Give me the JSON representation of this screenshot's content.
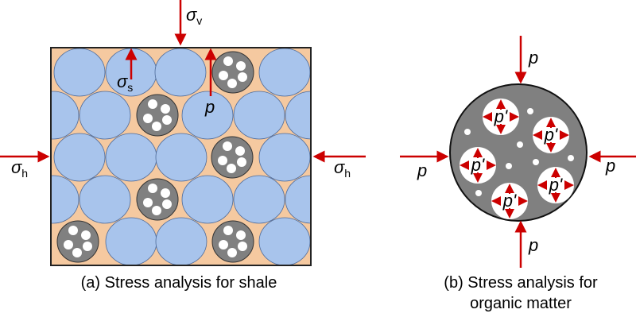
{
  "labels": {
    "sigma_v": "σ",
    "sigma_v_sub": "v",
    "sigma_h": "σ",
    "sigma_h_sub": "h",
    "sigma_s": "σ",
    "sigma_s_sub": "s",
    "p": "p",
    "p_prime": "p'"
  },
  "captions": {
    "a": "(a) Stress analysis for shale",
    "b_line1": "(b) Stress analysis for",
    "b_line2": "organic matter"
  },
  "colors": {
    "matrix": "#f5c9a0",
    "grain": "#a8c4ec",
    "organic": "#808080",
    "arrow": "#cc0000"
  }
}
